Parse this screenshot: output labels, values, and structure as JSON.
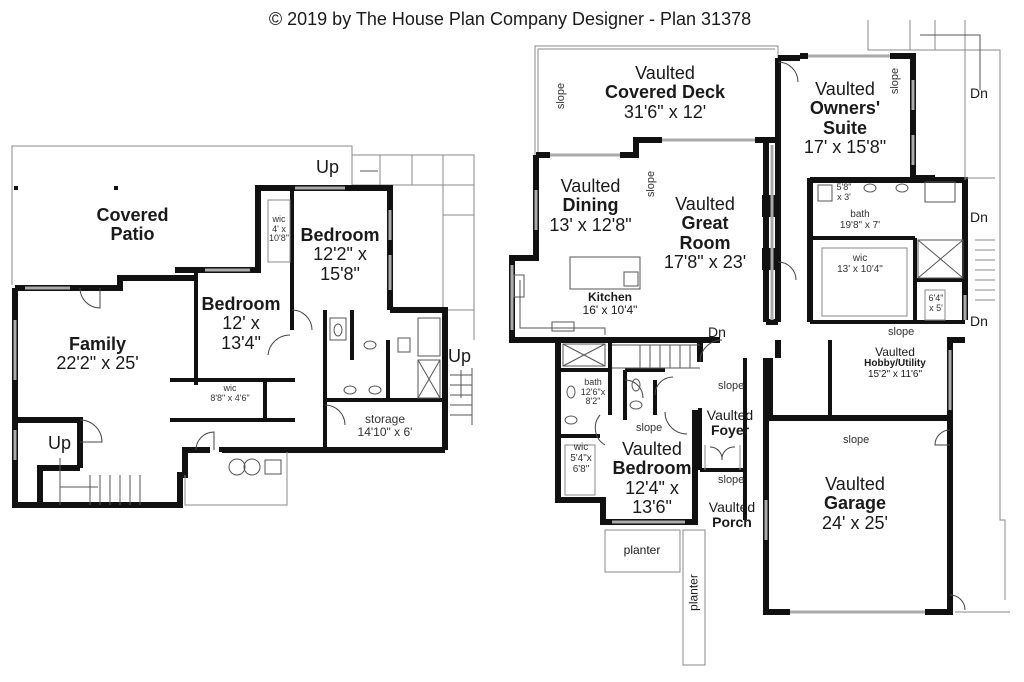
{
  "title": "© 2019 by The House Plan Company Designer - Plan 31378",
  "lower_level": {
    "covered_patio": {
      "line1": "Covered",
      "line2": "Patio"
    },
    "family": {
      "name": "Family",
      "dims": "22'2\" x 25'"
    },
    "bedroom_a": {
      "name": "Bedroom",
      "dims1": "12' x",
      "dims2": "13'4\""
    },
    "bedroom_b": {
      "name": "Bedroom",
      "dims1": "12'2\" x",
      "dims2": "15'8\""
    },
    "wic_a": {
      "name": "wic",
      "dims1": "4' x",
      "dims2": "10'8\""
    },
    "wic_b": {
      "name": "wic",
      "dims": "8'8\" x 4'6\""
    },
    "storage": {
      "name": "storage",
      "dims": "14'10\" x 6'"
    },
    "stairs": {
      "up_top": "Up",
      "up_right": "Up",
      "up_left": "Up"
    }
  },
  "main_level": {
    "covered_deck": {
      "vaulted": "Vaulted",
      "name": "Covered Deck",
      "dims": "31'6\" x 12'"
    },
    "dining": {
      "vaulted": "Vaulted",
      "name": "Dining",
      "dims": "13' x 12'8\""
    },
    "great_room": {
      "vaulted": "Vaulted",
      "name1": "Great",
      "name2": "Room",
      "dims": "17'8\" x 23'"
    },
    "kitchen": {
      "name": "Kitchen",
      "dims": "16' x 10'4\""
    },
    "owners_suite": {
      "vaulted": "Vaulted",
      "name1": "Owners'",
      "name2": "Suite",
      "dims": "17' x 15'8\""
    },
    "owners_wc": {
      "dims1": "5'8\"",
      "dims2": "x 3'"
    },
    "owners_bath": {
      "name": "bath",
      "dims": "19'8\" x 7'"
    },
    "owners_wic": {
      "name": "wic",
      "dims": "13' x 10'4\""
    },
    "closet": {
      "dims1": "6'4\"",
      "dims2": "x 5'"
    },
    "hobby": {
      "vaulted": "Vaulted",
      "name": "Hobby/Utility",
      "dims": "15'2\" x 11'6\""
    },
    "bath2": {
      "name": "bath",
      "dims1": "12'6\"x",
      "dims2": "8'2\""
    },
    "wic2": {
      "name": "wic",
      "dims1": "5'4\"x",
      "dims2": "6'8\""
    },
    "bedroom": {
      "vaulted": "Vaulted",
      "name": "Bedroom",
      "dims1": "12'4\" x",
      "dims2": "13'6\""
    },
    "foyer": {
      "vaulted": "Vaulted",
      "name": "Foyer"
    },
    "porch": {
      "vaulted": "Vaulted",
      "name": "Porch"
    },
    "garage": {
      "vaulted": "Vaulted",
      "name": "Garage",
      "dims": "24' x 25'"
    },
    "planter1": "planter",
    "planter2": "planter",
    "slope": "slope",
    "dn": "Dn"
  }
}
